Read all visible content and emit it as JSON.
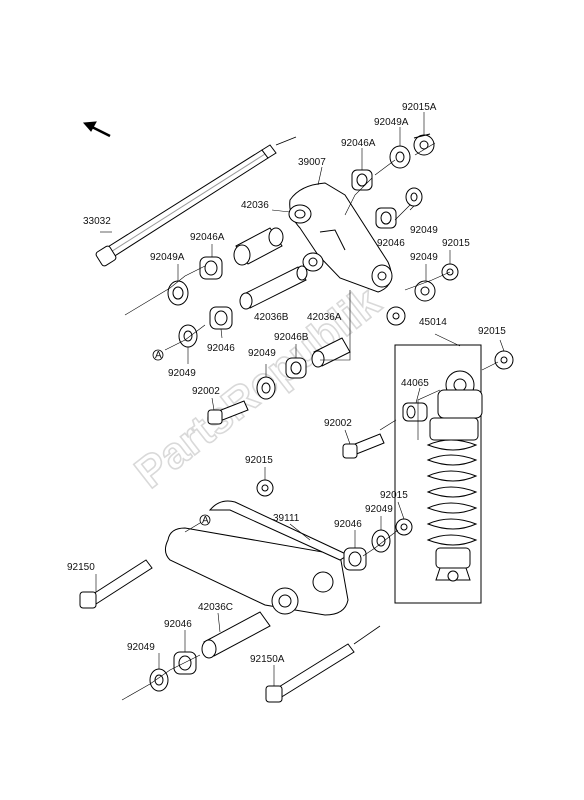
{
  "watermark": "PartsRepublik",
  "parts": {
    "p92015A": "92015A",
    "p92049A_top": "92049A",
    "p92046A_top": "92046A",
    "p39007": "39007",
    "p42036": "42036",
    "p33032": "33032",
    "p92046A_left": "92046A",
    "p92049A_left": "92049A",
    "p92046_top": "92046",
    "p92049_top": "92049",
    "p92015_top": "92015",
    "p92049_mid": "92049",
    "p42036B": "42036B",
    "p42036A": "42036A",
    "p45014": "45014",
    "p92015_right": "92015",
    "p92046_left": "92046",
    "p92046B": "92046B",
    "p92049_left": "92049",
    "p92049_center": "92049",
    "p44065": "44065",
    "p92002_left": "92002",
    "p92002_right": "92002",
    "p92015_center": "92015",
    "p39111": "39111",
    "p92049_low": "92049",
    "p92015_low": "92015",
    "p92046_low": "92046",
    "p92150": "92150",
    "p42036C": "42036C",
    "p92046_bottom": "92046",
    "p92049_bottom": "92049",
    "p92150A": "92150A"
  },
  "markers": {
    "ref_a": "A"
  }
}
